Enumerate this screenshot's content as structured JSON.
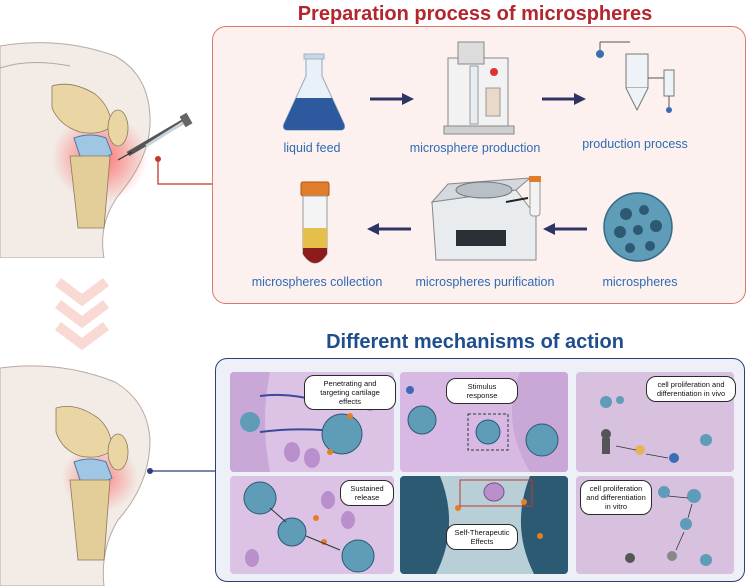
{
  "top_title": "Preparation process of microspheres",
  "bottom_title": "Different mechanisms of action",
  "steps": [
    {
      "label": "liquid feed"
    },
    {
      "label": "microsphere production"
    },
    {
      "label": "production process"
    },
    {
      "label": "microspheres collection"
    },
    {
      "label": "microspheres purification"
    },
    {
      "label": "microspheres"
    }
  ],
  "mechanisms": [
    {
      "label": "Penetrating and targeting cartilage effects"
    },
    {
      "label": "Stimulus response"
    },
    {
      "label": "cell proliferation and differentiation in vivo"
    },
    {
      "label": "Sustained release"
    },
    {
      "label": "Self-Therapeutic Effects"
    },
    {
      "label": "cell proliferation and differentiation in vitro"
    }
  ],
  "colors": {
    "red": "#b3262e",
    "blue": "#1f4e8c",
    "arrow": "#2e3565",
    "tile": "#dcc3e6"
  }
}
